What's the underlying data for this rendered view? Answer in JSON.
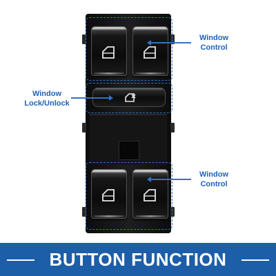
{
  "callouts": {
    "top_right": {
      "line1": "Window",
      "line2": "Control"
    },
    "left_middle": {
      "line1": "Window",
      "line2": "Lock/Unlock"
    },
    "bottom_right": {
      "line1": "Window",
      "line2": "Control"
    }
  },
  "banner": {
    "title": "BUTTON FUNCTION"
  },
  "colors": {
    "accent": "#2f73c9",
    "label": "#1f62b8",
    "banner_bg": "#1c5ea8",
    "banner_text": "#ffffff"
  },
  "icons": {
    "window_buttons": "window-icon",
    "lock_button": "window-lock-icon"
  }
}
